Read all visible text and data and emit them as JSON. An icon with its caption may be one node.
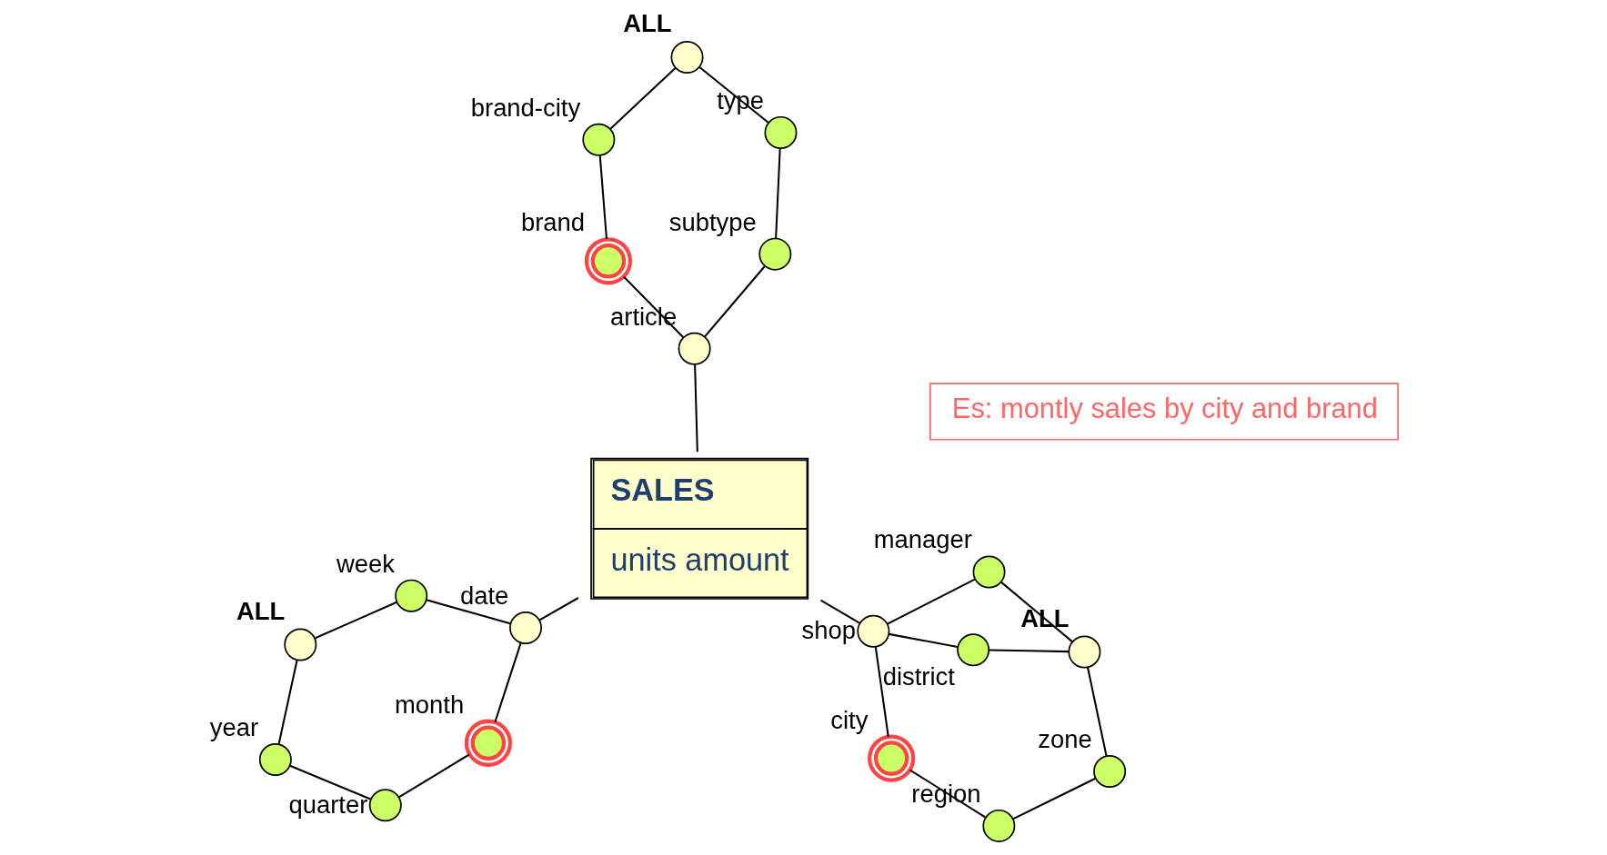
{
  "diagram": {
    "nodes": [
      {
        "text": [
          "SALES",
          "units amount"
        ]
      },
      {
        "text": [
          "date"
        ]
      },
      {
        "text": [
          "month"
        ]
      },
      {
        "text": [
          "week"
        ]
      },
      {
        "text": [
          "quarter"
        ]
      },
      {
        "text": [
          "year"
        ]
      },
      {
        "text": [
          "ALL"
        ]
      },
      {
        "text": [
          "shop"
        ]
      },
      {
        "text": [
          "city"
        ]
      },
      {
        "text": [
          "region"
        ]
      },
      {
        "text": [
          "zone"
        ]
      },
      {
        "text": [
          "manager"
        ]
      },
      {
        "text": [
          "district"
        ]
      },
      {
        "text": [
          "ALL"
        ]
      },
      {
        "text": [
          "article"
        ]
      },
      {
        "text": [
          "subtype"
        ]
      },
      {
        "text": [
          "type"
        ]
      },
      {
        "text": [
          "brand"
        ]
      },
      {
        "text": [
          "brand-city"
        ]
      },
      {
        "text": [
          "ALL"
        ]
      },
      {
        "text": [
          "Es: montly sales by city and brand"
        ]
      }
    ],
    "edges": [
      {
        "from": 0,
        "to": 1,
        "arrow": "none"
      },
      {
        "from": 1,
        "to": 2,
        "arrow": "none"
      },
      {
        "from": 2,
        "to": 4,
        "arrow": "none"
      },
      {
        "from": 4,
        "to": 5,
        "arrow": "none"
      },
      {
        "from": 5,
        "to": 6,
        "arrow": "none"
      },
      {
        "from": 1,
        "to": 3,
        "arrow": "none"
      },
      {
        "from": 3,
        "to": 6,
        "arrow": "none"
      },
      {
        "from": 0,
        "to": 7,
        "arrow": "none"
      },
      {
        "from": 7,
        "to": 8,
        "arrow": "none"
      },
      {
        "from": 8,
        "to": 9,
        "arrow": "none"
      },
      {
        "from": 9,
        "to": 10,
        "arrow": "none"
      },
      {
        "from": 10,
        "to": 13,
        "arrow": "none"
      },
      {
        "from": 7,
        "to": 11,
        "arrow": "none"
      },
      {
        "from": 11,
        "to": 13,
        "arrow": "none"
      },
      {
        "from": 7,
        "to": 12,
        "arrow": "none"
      },
      {
        "from": 12,
        "to": 13,
        "arrow": "none"
      },
      {
        "from": 0,
        "to": 14,
        "arrow": "none"
      },
      {
        "from": 14,
        "to": 15,
        "arrow": "none"
      },
      {
        "from": 15,
        "to": 16,
        "arrow": "none"
      },
      {
        "from": 16,
        "to": 19,
        "arrow": "none"
      },
      {
        "from": 14,
        "to": 17,
        "arrow": "none"
      },
      {
        "from": 17,
        "to": 18,
        "arrow": "none"
      },
      {
        "from": 18,
        "to": 19,
        "arrow": "none"
      }
    ]
  }
}
